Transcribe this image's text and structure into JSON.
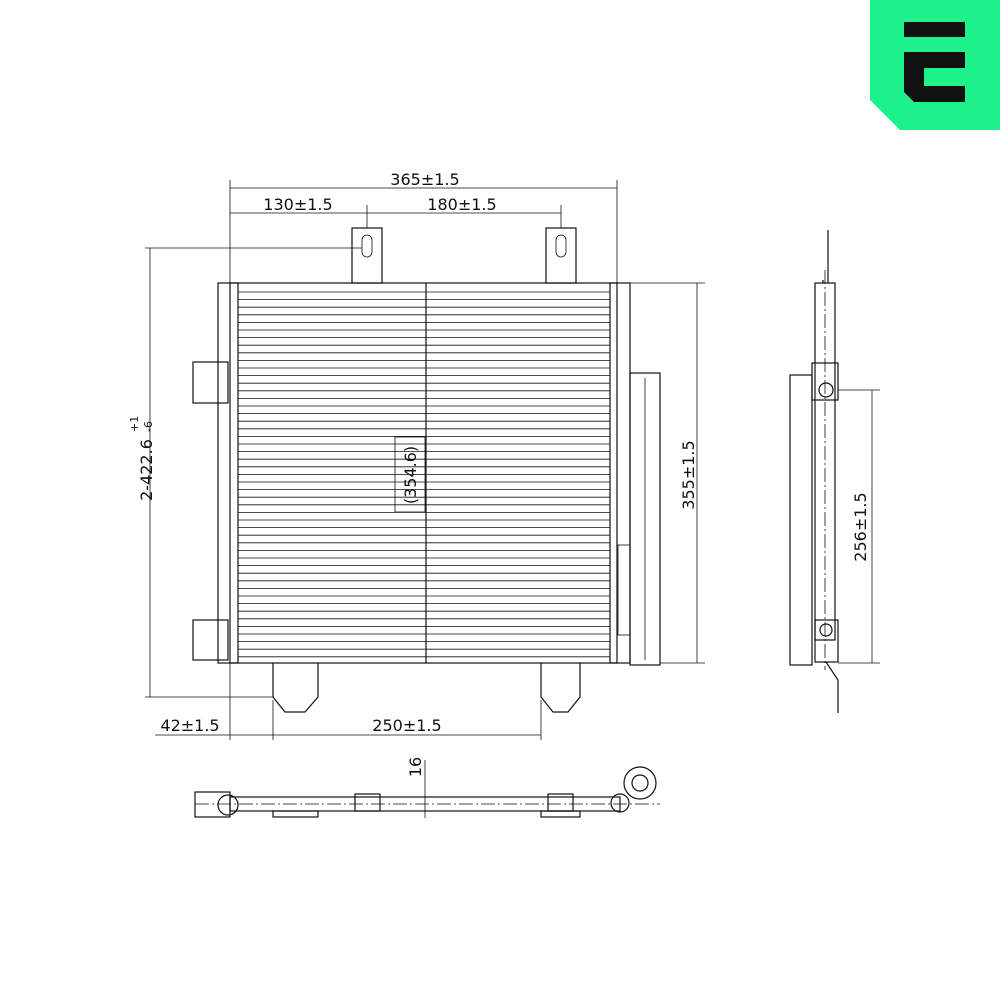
{
  "logo": {
    "letter": "E",
    "brand_color": "#1ef08c",
    "glyph_color": "#111111"
  },
  "dimensions": {
    "overall_width": "365±1.5",
    "bracket_left_offset": "130±1.5",
    "bracket_spacing": "180±1.5",
    "overall_height": "2-422.6",
    "overall_height_tol_plus": "+1",
    "overall_height_tol_minus": "-6",
    "core_height": "355±1.5",
    "core_center": "(354.6)",
    "bottom_left_offset": "42±1.5",
    "bottom_bracket_spacing": "250±1.5",
    "side_bracket_spacing": "256±1.5",
    "thickness": "16"
  }
}
